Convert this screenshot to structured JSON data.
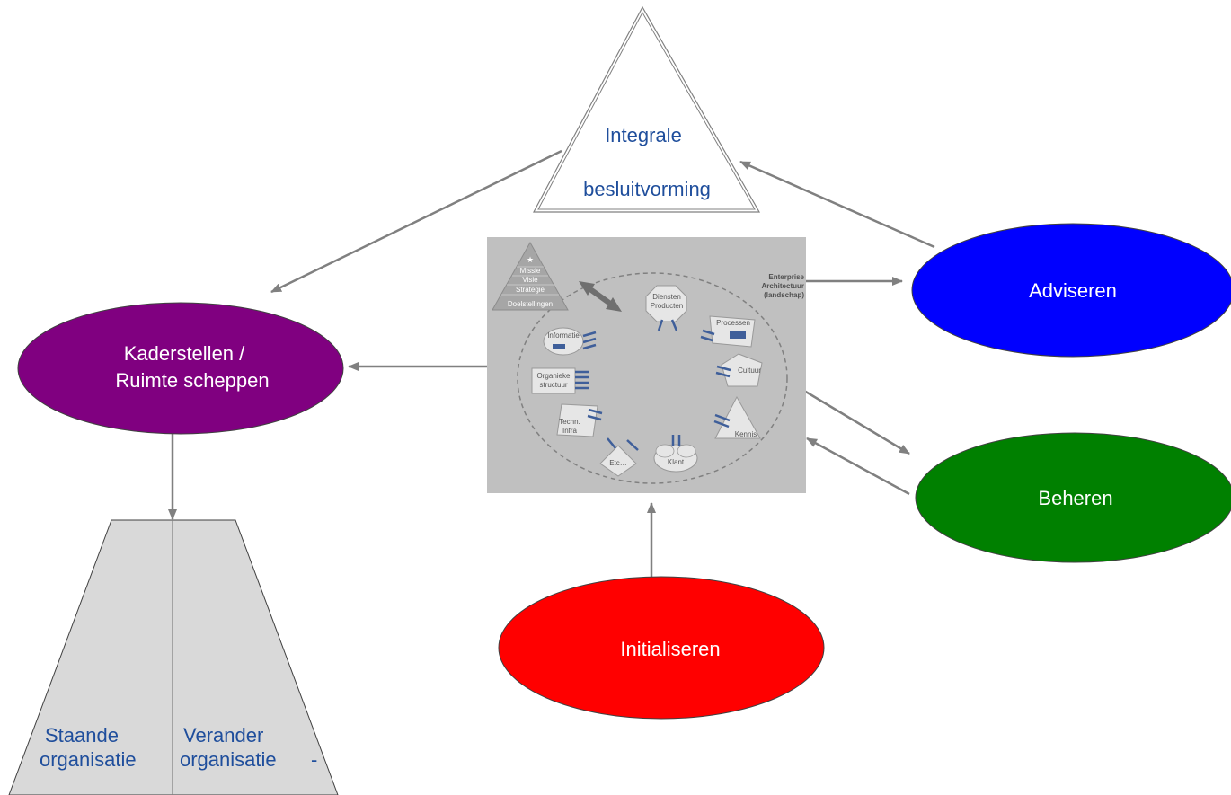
{
  "nodes": {
    "integrale": {
      "line1": "Integrale",
      "line2": "besluitvorming"
    },
    "kaderstellen": {
      "line1": "Kaderstellen /",
      "line2": "Ruimte scheppen",
      "color": "#800080"
    },
    "adviseren": {
      "label": "Adviseren",
      "color": "#0000ff"
    },
    "beheren": {
      "label": "Beheren",
      "color": "#008000"
    },
    "initialiseren": {
      "label": "Initialiseren",
      "color": "#ff0000"
    },
    "staande": {
      "line1": "Staande",
      "line2": "organisatie"
    },
    "verander": {
      "line1": "Verander",
      "line2": "organisatie"
    }
  },
  "ea_image": {
    "title": [
      "Enterprise",
      "Architectuur",
      "(landschap)"
    ],
    "pyramid": [
      "Missie",
      "Visie",
      "Strategie",
      "Doelstellingen"
    ],
    "items": {
      "diensten": [
        "Diensten",
        "Producten"
      ],
      "processen": "Processen",
      "cultuur": "Cultuur",
      "kennis": "Kennis",
      "klant": "Klant",
      "etc": "Etc…",
      "techn": [
        "Techn.",
        "Infra"
      ],
      "organieke": [
        "Organieke",
        "structuur"
      ],
      "informatie": "Informatie"
    }
  },
  "colors": {
    "text_blue": "#1f4e9c",
    "arrow": "#808080",
    "panel": "#c0c0c0",
    "trapezoid": "#d9d9d9"
  }
}
